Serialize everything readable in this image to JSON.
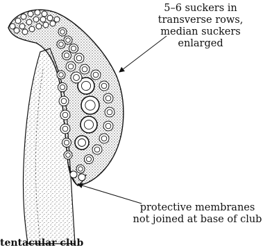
{
  "figure": {
    "callouts": {
      "suckers": "5–6 suckers in\ntransverse rows,\nmedian suckers\nenlarged",
      "membranes": "protective membranes\nnot joined at base of club"
    },
    "caption": "tentacular club"
  },
  "style": {
    "ink": "#111111",
    "background": "#ffffff"
  }
}
